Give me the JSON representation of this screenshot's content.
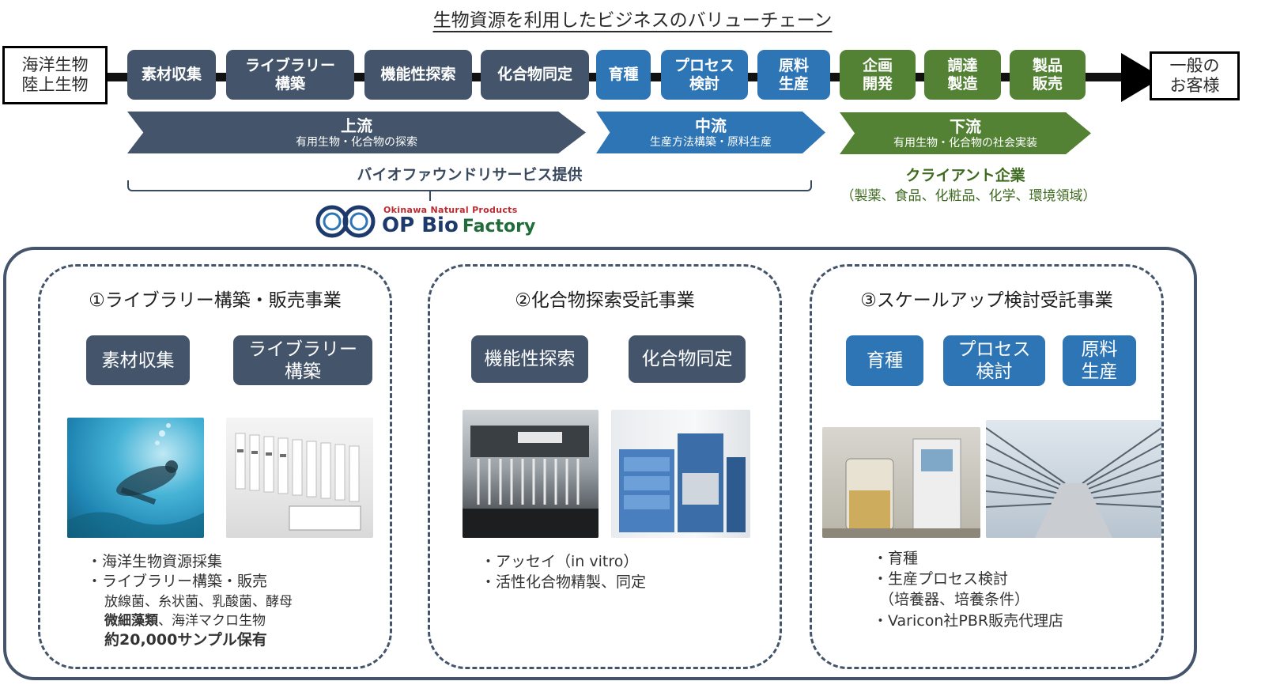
{
  "title": "生物資源を利用したビジネスのバリューチェーン",
  "source_box": "海洋生物\n陸上生物",
  "customer_box": "一般の\nお客様",
  "chain_steps": [
    {
      "label": "素材収集",
      "color": "navy"
    },
    {
      "label": "ライブラリー\n構築",
      "color": "navy"
    },
    {
      "label": "機能性探索",
      "color": "navy"
    },
    {
      "label": "化合物同定",
      "color": "navy"
    },
    {
      "label": "育種",
      "color": "blue"
    },
    {
      "label": "プロセス\n検討",
      "color": "blue"
    },
    {
      "label": "原料\n生産",
      "color": "blue"
    },
    {
      "label": "企画\n開発",
      "color": "green"
    },
    {
      "label": "調達\n製造",
      "color": "green"
    },
    {
      "label": "製品\n販売",
      "color": "green"
    }
  ],
  "stages": [
    {
      "title": "上流",
      "subtitle": "有用生物・化合物の探索",
      "color": "navy"
    },
    {
      "title": "中流",
      "subtitle": "生産方法構築・原料生産",
      "color": "blue"
    },
    {
      "title": "下流",
      "subtitle": "有用生物・化合物の社会実装",
      "color": "green"
    }
  ],
  "service_label": "バイオファウンドリサービス提供",
  "client": {
    "title": "クライアント企業",
    "subtitle": "（製薬、食品、化粧品、化学、環境領域）"
  },
  "logo": {
    "tagline": "Okinawa Natural Products",
    "name_op": "OP Bio",
    "name_factory": "Factory"
  },
  "colors": {
    "navy": "#44546a",
    "blue": "#2e75b6",
    "green": "#548235"
  },
  "sections": [
    {
      "title": "①ライブラリー構築・販売事業",
      "pills": [
        {
          "label": "素材収集",
          "color": "navy"
        },
        {
          "label": "ライブラリー\n構築",
          "color": "navy"
        }
      ],
      "photos": [
        "diver-underwater-photo",
        "sample-vials-photo"
      ],
      "bullets": [
        "・海洋生物資源採集",
        "・ライブラリー構築・販売",
        "放線菌、糸状菌、乳酸菌、酵母",
        "微細藻類",
        "、海洋マクロ生物",
        "約20,000サンプル保有"
      ]
    },
    {
      "title": "②化合物探索受託事業",
      "pills": [
        {
          "label": "機能性探索",
          "color": "navy"
        },
        {
          "label": "化合物同定",
          "color": "navy"
        }
      ],
      "photos": [
        "assay-plate-photo",
        "lcms-instrument-photo"
      ],
      "bullets": [
        "・アッセイ（in vitro）",
        "・活性化合物精製、同定"
      ]
    },
    {
      "title": "③スケールアップ検討受託事業",
      "pills": [
        {
          "label": "育種",
          "color": "blue"
        },
        {
          "label": "プロセス\n検討",
          "color": "blue"
        },
        {
          "label": "原料\n生産",
          "color": "blue"
        }
      ],
      "photos": [
        "bioreactor-photo",
        "photobioreactor-greenhouse-photo"
      ],
      "bullets": [
        "・育種",
        "・生産プロセス検討",
        "（培養器、培養条件）",
        "・Varicon社PBR販売代理店"
      ]
    }
  ]
}
